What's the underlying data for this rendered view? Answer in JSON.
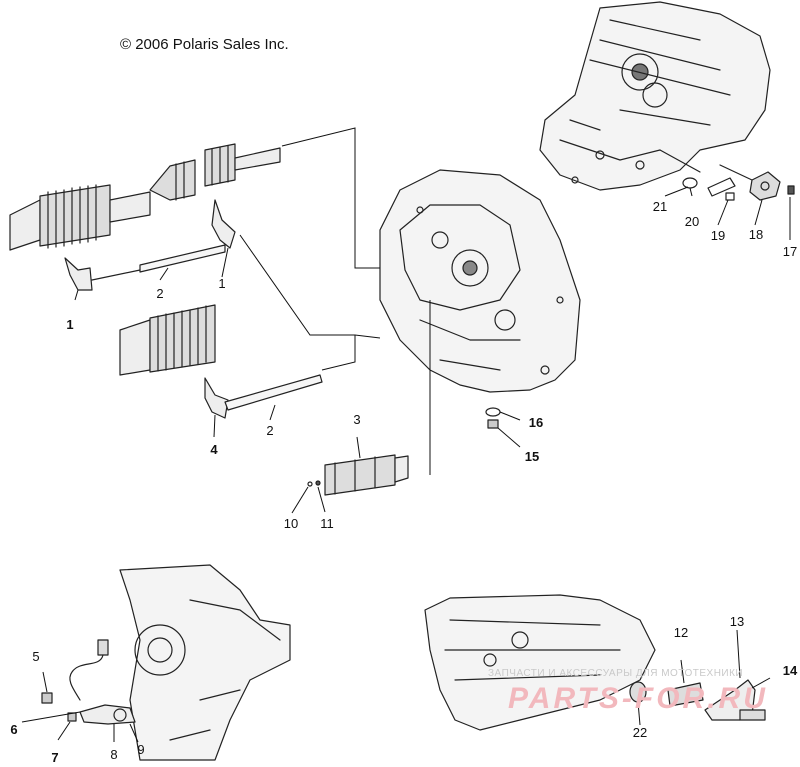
{
  "copyright": "© 2006 Polaris Sales Inc.",
  "callouts": [
    {
      "id": "c1a",
      "label": "1"
    },
    {
      "id": "c1b",
      "label": "1"
    },
    {
      "id": "c2a",
      "label": "2"
    },
    {
      "id": "c2b",
      "label": "2"
    },
    {
      "id": "c3",
      "label": "3"
    },
    {
      "id": "c4",
      "label": "4"
    },
    {
      "id": "c5",
      "label": "5"
    },
    {
      "id": "c6",
      "label": "6"
    },
    {
      "id": "c7",
      "label": "7"
    },
    {
      "id": "c8",
      "label": "8"
    },
    {
      "id": "c9",
      "label": "9"
    },
    {
      "id": "c10",
      "label": "10"
    },
    {
      "id": "c11",
      "label": "11"
    },
    {
      "id": "c12",
      "label": "12"
    },
    {
      "id": "c13",
      "label": "13"
    },
    {
      "id": "c14",
      "label": "14"
    },
    {
      "id": "c15",
      "label": "15"
    },
    {
      "id": "c16",
      "label": "16"
    },
    {
      "id": "c17",
      "label": "17"
    },
    {
      "id": "c18",
      "label": "18"
    },
    {
      "id": "c19",
      "label": "19"
    },
    {
      "id": "c20",
      "label": "20"
    },
    {
      "id": "c21",
      "label": "21"
    },
    {
      "id": "c22",
      "label": "22"
    }
  ],
  "watermark": {
    "caption": "ЗАПЧАСТИ И АКСЕССУАРЫ ДЛЯ МОТОТЕХНИКИ",
    "logo": "PARTS-FOR.RU"
  }
}
